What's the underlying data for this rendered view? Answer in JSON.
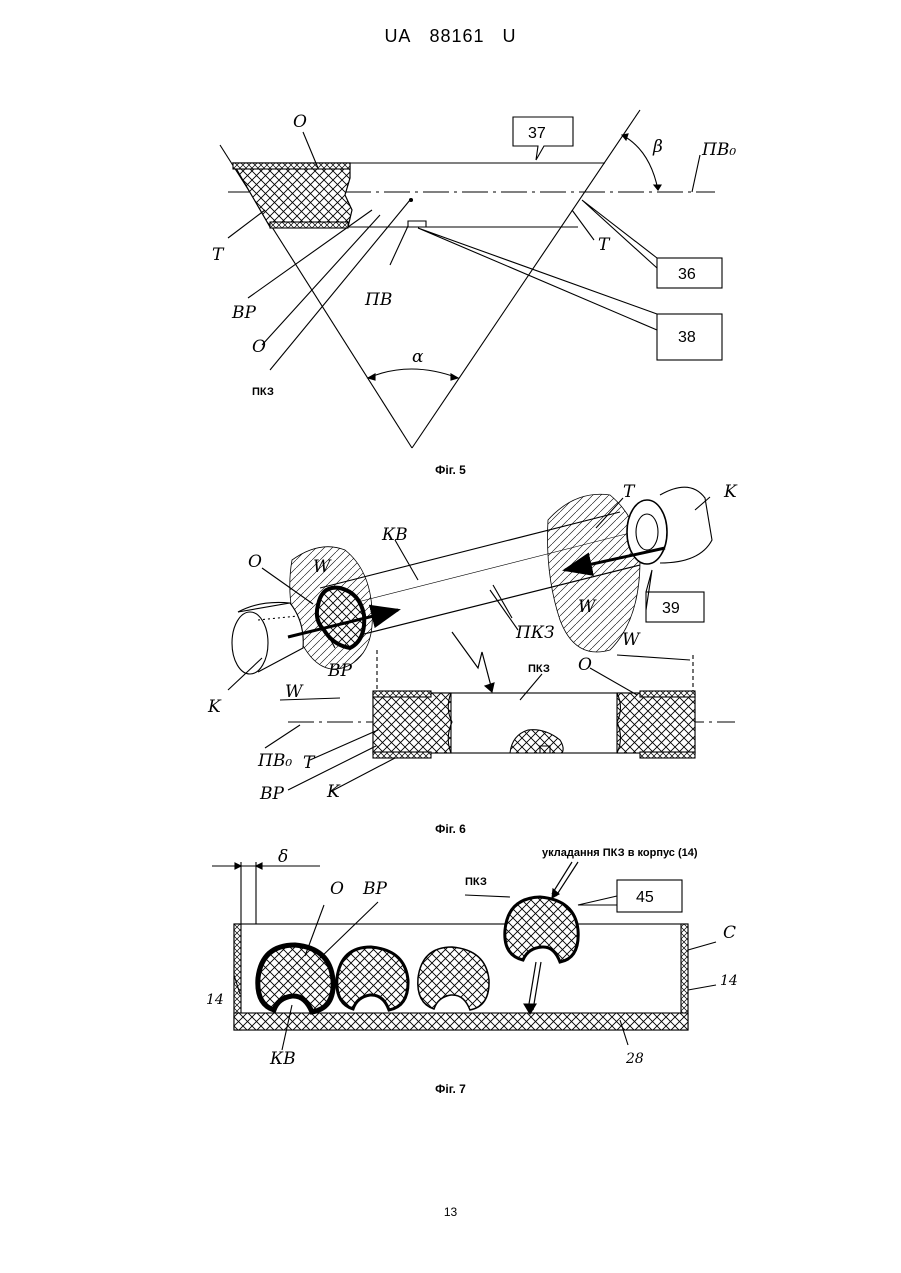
{
  "header": {
    "code": "UA",
    "number": "88161",
    "kind": "U"
  },
  "page_number": "13",
  "fig5": {
    "caption": "Фіг. 5",
    "labels": {
      "O_top": "O",
      "T_left": "T",
      "T_right": "T",
      "VR": "ВР",
      "O_low": "O",
      "PKZ": "ПКЗ",
      "PV": "ПВ",
      "alpha": "α",
      "beta": "β",
      "PV0": "ПВ₀"
    },
    "boxes": [
      "37",
      "36",
      "38"
    ]
  },
  "fig6": {
    "caption": "Фіг. 6",
    "labels": {
      "T": "T",
      "K_right": "K",
      "KV": "КВ",
      "O": "O",
      "W_left": "W",
      "W_right": "W",
      "W_mid": "W",
      "W_low": "W",
      "PKZ": "ПКЗ",
      "VR": "ВР",
      "K_left": "K",
      "PKZ_bold": "ПКЗ",
      "O_sec": "O",
      "PV0": "ПВ₀",
      "T_sec": "T",
      "VR_sec": "ВР",
      "K_sec": "K"
    },
    "boxes": [
      "39"
    ]
  },
  "fig7": {
    "caption": "Фіг. 7",
    "note": "укладання ПКЗ в корпус (14)",
    "labels": {
      "delta": "δ",
      "O": "O",
      "VR": "ВР",
      "PKZ": "ПКЗ",
      "C": "C",
      "n14_left": "14",
      "n14_right": "14",
      "KV": "КВ",
      "n28": "28"
    },
    "boxes": [
      "45"
    ]
  }
}
